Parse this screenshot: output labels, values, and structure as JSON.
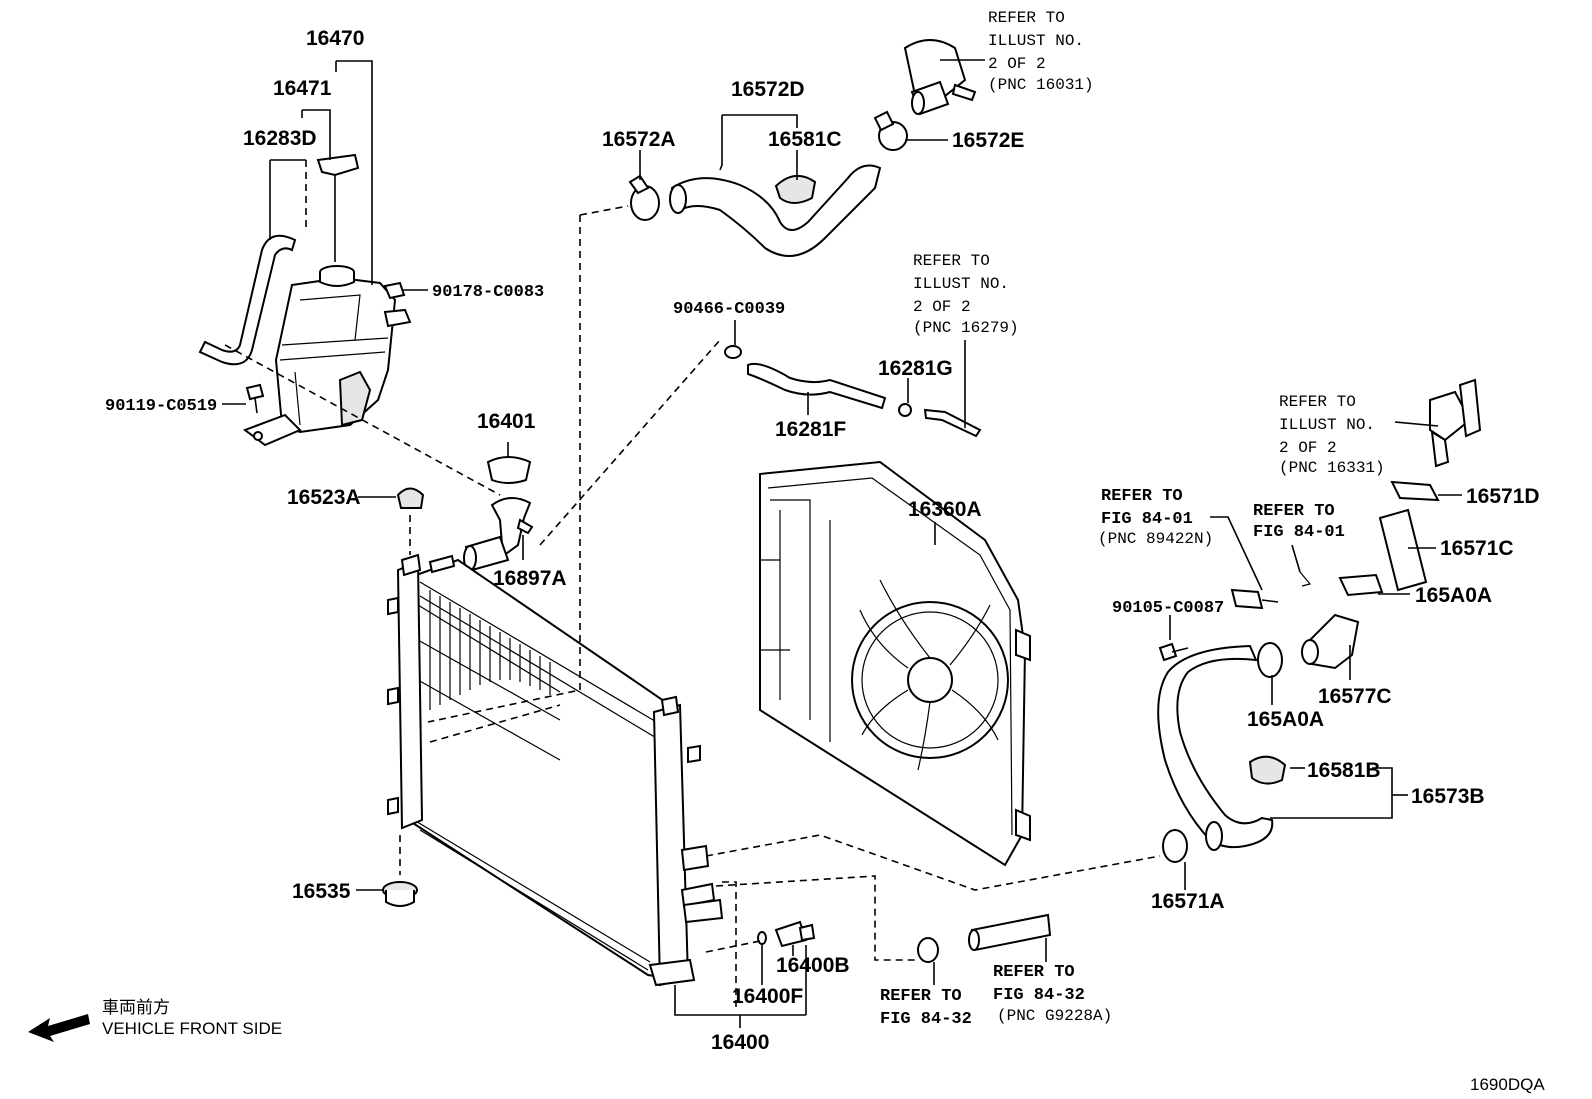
{
  "labels": {
    "p16470": "16470",
    "p16471": "16471",
    "p16283D": "16283D",
    "p90178": "90178-C0083",
    "p90119": "90119-C0519",
    "p16523A": "16523A",
    "p16401": "16401",
    "p16897A": "16897A",
    "p16535": "16535",
    "p16572D": "16572D",
    "p16572A": "16572A",
    "p16581C": "16581C",
    "p16572E": "16572E",
    "p90466": "90466-C0039",
    "p16281G": "16281G",
    "p16281F": "16281F",
    "p16360A": "16360A",
    "p16571D": "16571D",
    "p16571C": "16571C",
    "p165A0A_r": "165A0A",
    "p90105": "90105-C0087",
    "p16577C": "16577C",
    "p165A0A_b": "165A0A",
    "p16581B": "16581B",
    "p16573B": "16573B",
    "p16571A": "16571A",
    "p16400B": "16400B",
    "p16400F": "16400F",
    "p16400": "16400",
    "diagram_code": "1690DQA"
  },
  "notes": {
    "ref_16031": [
      "REFER TO",
      "ILLUST NO.",
      "2 OF 2",
      "(PNC 16031)"
    ],
    "ref_16279": [
      "REFER TO",
      "ILLUST NO.",
      "2 OF 2",
      "(PNC 16279)"
    ],
    "ref_16331": [
      "REFER TO",
      "ILLUST NO.",
      "2 OF 2",
      "(PNC 16331)"
    ],
    "ref_89422N": [
      "REFER TO",
      "FIG 84-01",
      "(PNC 89422N)"
    ],
    "ref_8401": [
      "REFER TO",
      "FIG 84-01"
    ],
    "ref_8432_a": [
      "REFER TO",
      "FIG 84-32"
    ],
    "ref_8432_b": [
      "REFER TO",
      "FIG 84-32",
      "(PNC G9228A)"
    ]
  },
  "front": {
    "jp": "車両前方",
    "en": "VEHICLE FRONT SIDE"
  }
}
